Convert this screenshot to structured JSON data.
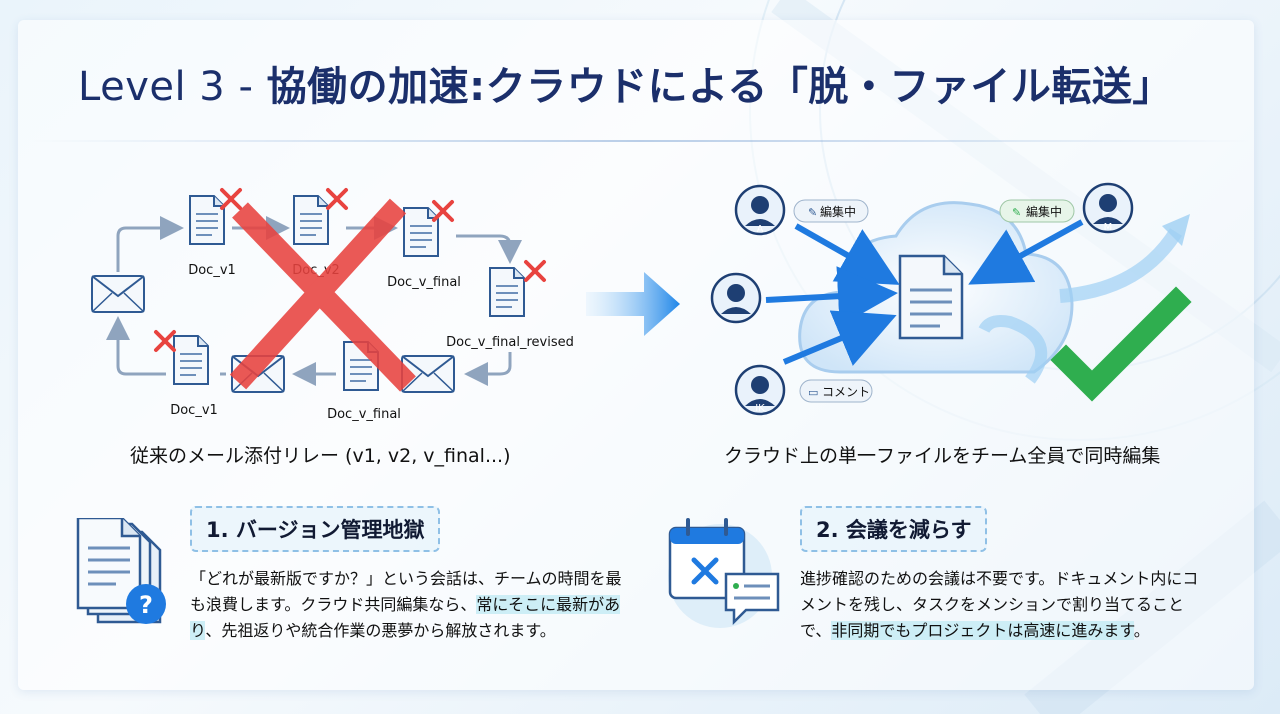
{
  "header": {
    "title_level": "Level 3 - ",
    "title_main": "協働の加速:クラウドによる「脱・ファイル転送」"
  },
  "left_diagram": {
    "docs": [
      "Doc_v1",
      "Doc_v2",
      "Doc_v_final",
      "Doc_v_final_revised",
      "Doc_v_final",
      "Doc_v1"
    ],
    "caption": "従来のメール添付リレー (v1, v2, v_final...)"
  },
  "right_diagram": {
    "users": [
      "A",
      "M",
      "IK"
    ],
    "tags": [
      "編集中",
      "編集中",
      "コメント"
    ],
    "caption": "クラウド上の単一ファイルをチーム全員で同時編集"
  },
  "cards": [
    {
      "title": "1. バージョン管理地獄",
      "text_plain": "「どれが最新版ですか？」という会話は、チームの時間を最も浪費します。クラウド共同編集なら、",
      "text_highlight": "常にそこに最新があり",
      "text_tail": "、先祖返りや統合作業の悪夢から解放されます。"
    },
    {
      "title": "2. 会議を減らす",
      "text_plain": "進捗確認のための会議は不要です。ドキュメント内にコメントを残し、タスクをメンションで割り当てることで、",
      "text_highlight": "非同期でもプロジェクトは高速に進みます",
      "text_tail": "。"
    }
  ],
  "colors": {
    "title": "#1b2f6b",
    "accent_blue": "#1f7ae0",
    "cross_red": "#e8433f",
    "check_green": "#2fae4f",
    "highlight": "#cdeef6"
  },
  "icons": [
    "email-icon",
    "document-icon",
    "cross-icon",
    "user-icon",
    "cloud-icon",
    "checkmark-icon",
    "pencil-icon",
    "comment-icon",
    "question-icon",
    "calendar-icon",
    "chat-icon"
  ]
}
